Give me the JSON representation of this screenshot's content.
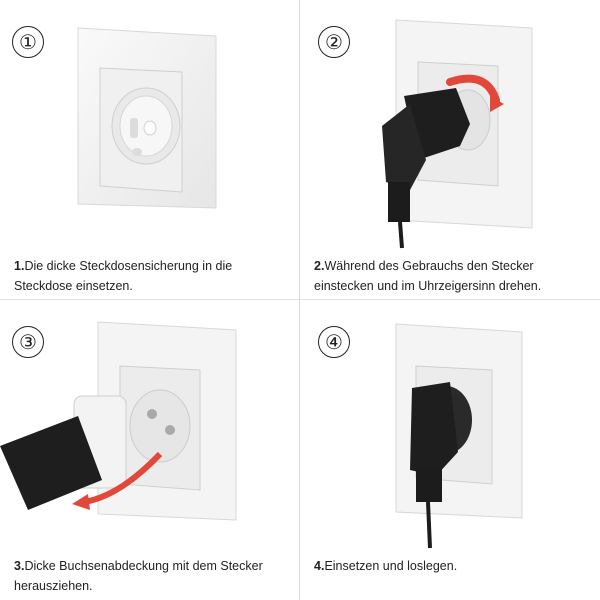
{
  "steps": [
    {
      "number": "①",
      "label": "1.",
      "text": "Die dicke Steckdosensicherung in die Steckdose einsetzen."
    },
    {
      "number": "②",
      "label": "2.",
      "text": "Während des Gebrauchs den Stecker einstecken und im Uhrzeigersinn drehen."
    },
    {
      "number": "③",
      "label": "3.",
      "text": "Dicke Buchsenabdeckung mit dem Stecker herausziehen."
    },
    {
      "number": "④",
      "label": "4.",
      "text": "Einsetzen und loslegen."
    }
  ],
  "colors": {
    "arrow": "#e2483a",
    "plug": "#1e1e1e",
    "frame": "#f4f4f4"
  }
}
